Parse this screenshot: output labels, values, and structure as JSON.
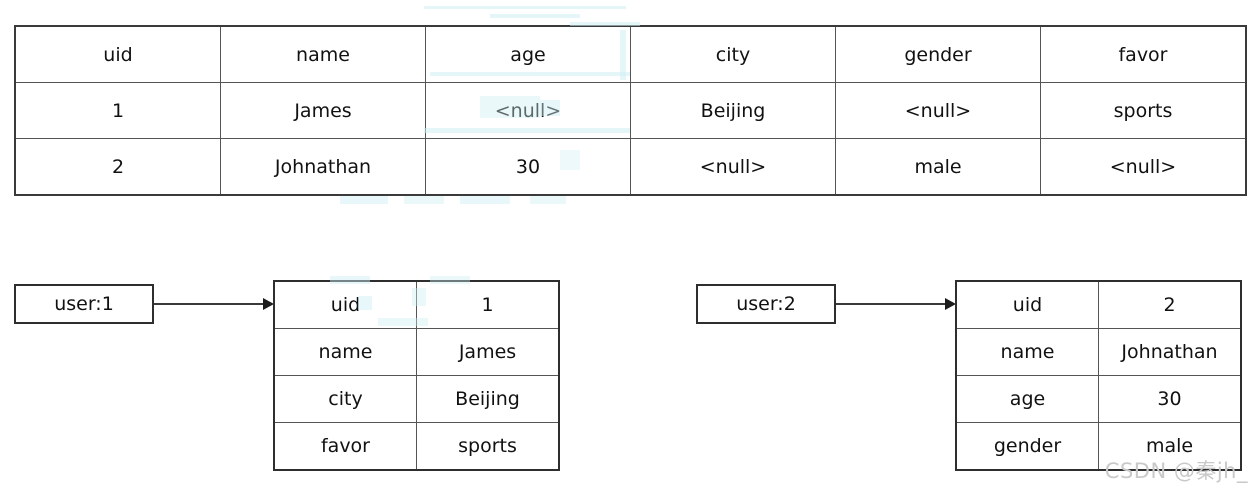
{
  "relational_table": {
    "columns": [
      "uid",
      "name",
      "age",
      "city",
      "gender",
      "favor"
    ],
    "rows": [
      [
        "1",
        "James",
        "<null>",
        "Beijing",
        "<null>",
        "sports"
      ],
      [
        "2",
        "Johnathan",
        "30",
        "<null>",
        "male",
        "<null>"
      ]
    ]
  },
  "hash_entries": [
    {
      "key_label": "user:1",
      "fields": [
        {
          "field": "uid",
          "value": "1"
        },
        {
          "field": "name",
          "value": "James"
        },
        {
          "field": "city",
          "value": "Beijing"
        },
        {
          "field": "favor",
          "value": "sports"
        }
      ]
    },
    {
      "key_label": "user:2",
      "fields": [
        {
          "field": "uid",
          "value": "2"
        },
        {
          "field": "name",
          "value": "Johnathan"
        },
        {
          "field": "age",
          "value": "30"
        },
        {
          "field": "gender",
          "value": "male"
        }
      ]
    }
  ],
  "watermark": "CSDN @秦jh_",
  "colors": {
    "border": "#3a3a3a",
    "gridline": "#555555",
    "text": "#111111",
    "watermark": "#c9c9c9",
    "artifact": "#cdeef3"
  }
}
